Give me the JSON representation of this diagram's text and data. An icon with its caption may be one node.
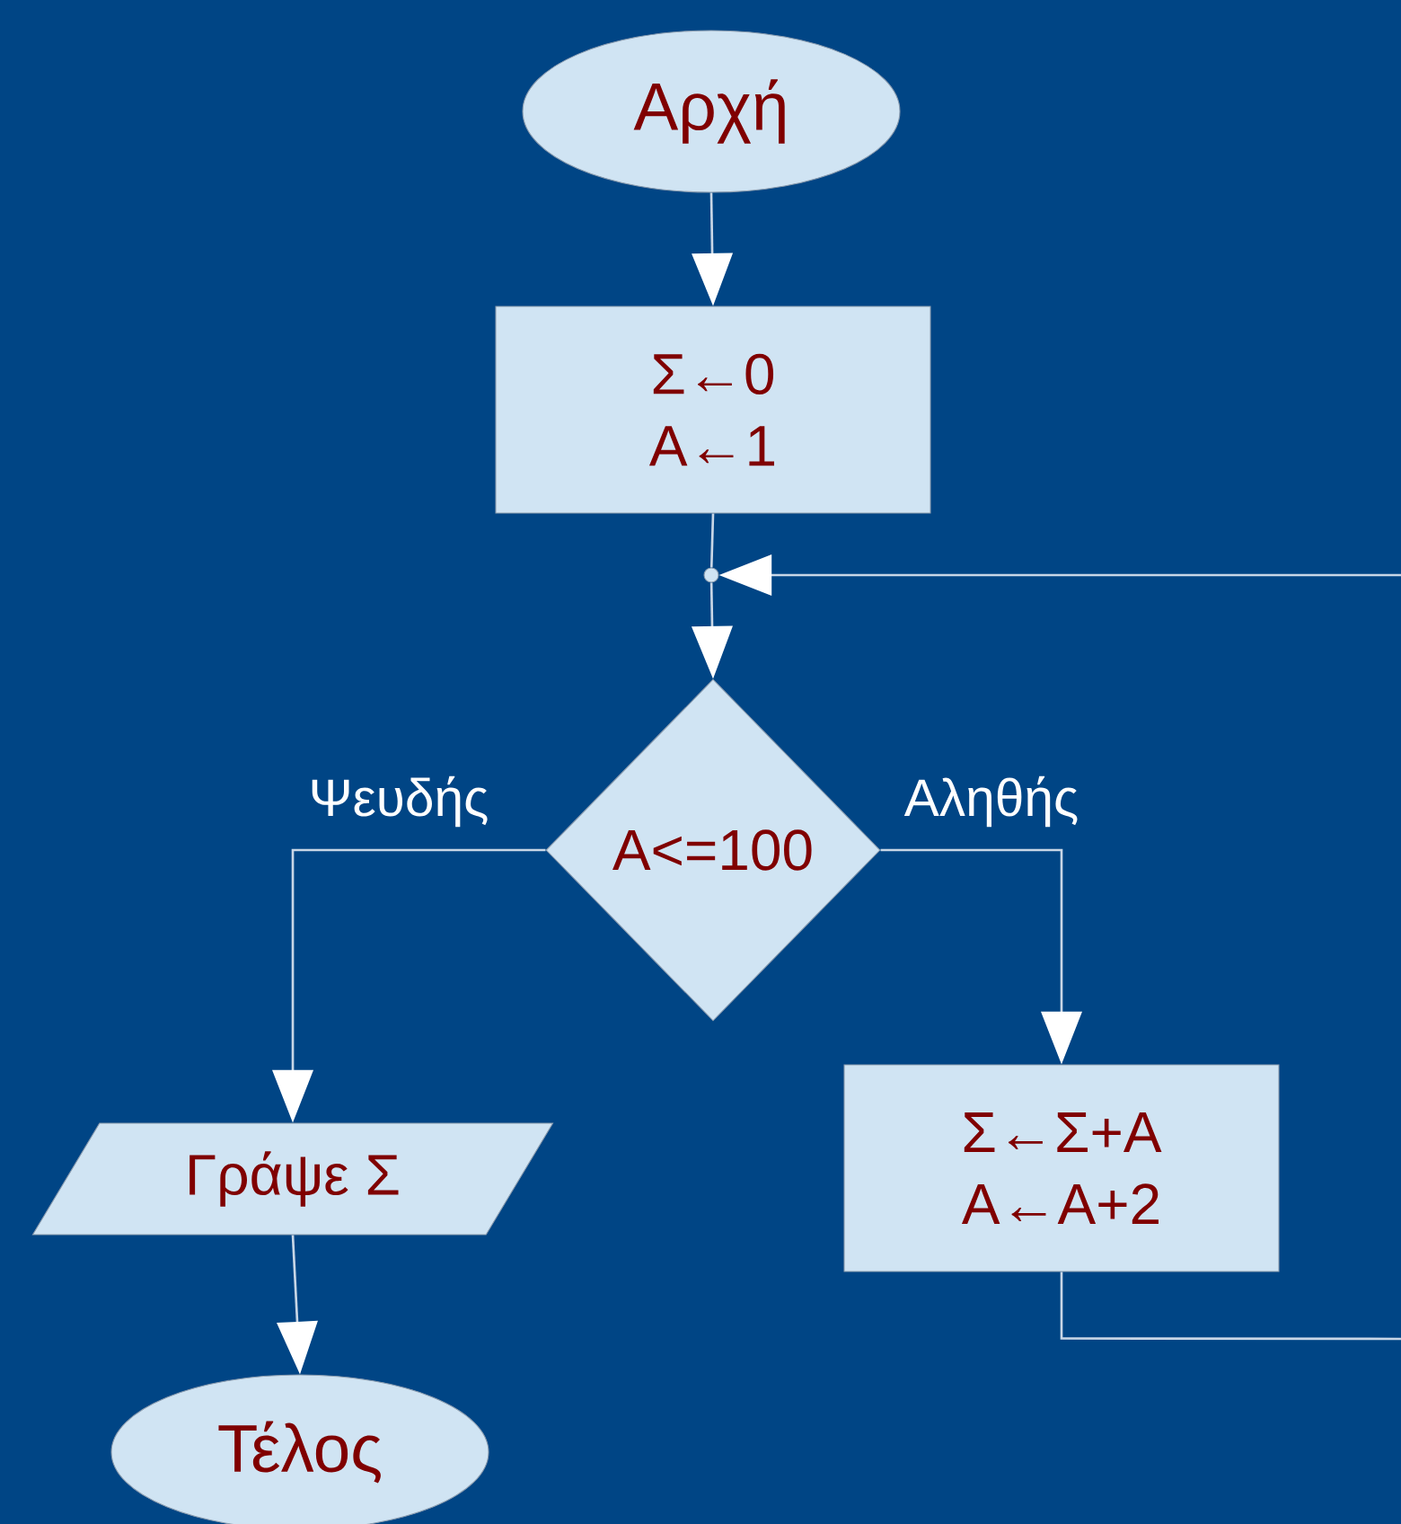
{
  "diagram": {
    "nodes": [
      {
        "text": [
          "Αρχή"
        ]
      },
      {
        "text": [
          "Σ←0",
          "A←1"
        ]
      },
      {
        "text": [],
        "shape": "circle"
      },
      {
        "text": [
          "A<=100"
        ]
      },
      {
        "text": [
          "Γράψε Σ"
        ]
      },
      {
        "text": [
          "Τέλος"
        ]
      },
      {
        "text": [
          "Σ←Σ+A",
          "A←A+2"
        ]
      }
    ],
    "edges": [
      {
        "from": 0,
        "to": 1,
        "arrow": "to"
      },
      {
        "from": 1,
        "to": 2,
        "arrow": "none"
      },
      {
        "from": 2,
        "to": 3,
        "arrow": "to"
      },
      {
        "from": 3,
        "to": 4,
        "arrow": "to",
        "label": "Ψευδής"
      },
      {
        "from": 3,
        "to": 6,
        "arrow": "to",
        "label": "Αληθής"
      },
      {
        "from": 4,
        "to": 5,
        "arrow": "to"
      },
      {
        "from": 6,
        "to": 2,
        "arrow": "to"
      }
    ]
  }
}
